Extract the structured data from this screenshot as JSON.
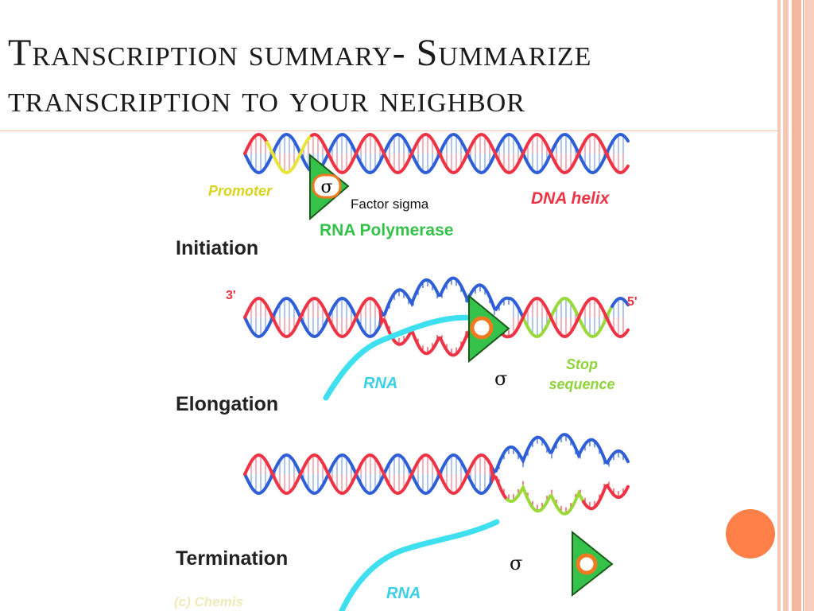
{
  "slide": {
    "title_line1": "Transcription summary- Summarize",
    "title_line2": "transcription to your neighbor"
  },
  "diagram": {
    "initiation": {
      "promoter_label": "Promoter",
      "sigma_symbol": "σ",
      "factor_sigma_label": "Factor sigma",
      "dna_helix_label": "DNA helix",
      "rna_polymerase_label": "RNA Polymerase",
      "stage_label": "Initiation"
    },
    "elongation": {
      "three_prime": "3'",
      "five_prime": "5'",
      "rna_label": "RNA",
      "sigma_symbol": "σ",
      "stop_label_1": "Stop",
      "stop_label_2": "sequence",
      "stage_label": "Elongation"
    },
    "termination": {
      "sigma_symbol": "σ",
      "rna_label": "RNA",
      "stage_label": "Termination",
      "copyright": "(c) Chemis"
    }
  },
  "colors": {
    "strand_red": "#ee3344",
    "strand_blue": "#2f5fd6",
    "promoter_yellow": "#e6e63a",
    "stop_green": "#9ad93a",
    "rna_cyan": "#3ee0f0",
    "polymerase_green": "#35c24a",
    "sigma_orange": "#f07a20",
    "accent_orange": "#fe7f47"
  }
}
